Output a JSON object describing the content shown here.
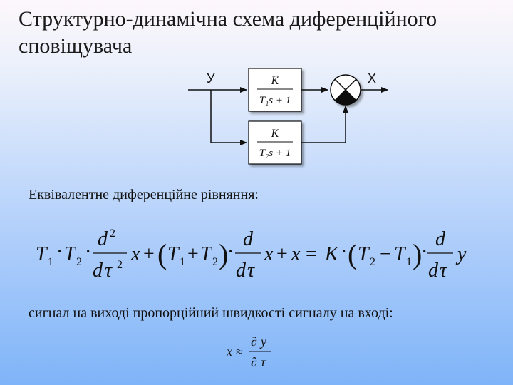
{
  "slide": {
    "title_line1": "Структурно-динамічна схема диференційного",
    "title_line2": "сповіщувача",
    "equivalent_label": "Еквівалентне диференційне рівняння:",
    "signal_label": "сигнал на виході пропорційний швидкості сигналу на вході:"
  },
  "diagram": {
    "input_label": "У",
    "output_label": "Х",
    "block1": {
      "numerator": "K",
      "denominator": "T₁s + 1"
    },
    "block2": {
      "numerator": "K",
      "denominator": "T₂s + 1"
    }
  },
  "equation": {
    "T1": "T",
    "T2": "T",
    "sub1": "1",
    "sub2": "2",
    "d": "d",
    "sup2": "2",
    "tau": "τ",
    "x": "x",
    "y": "y",
    "K": "K",
    "plus": "+",
    "minus": "−",
    "equals": "=",
    "dot": "·",
    "approx": "≈",
    "partial": "∂"
  }
}
